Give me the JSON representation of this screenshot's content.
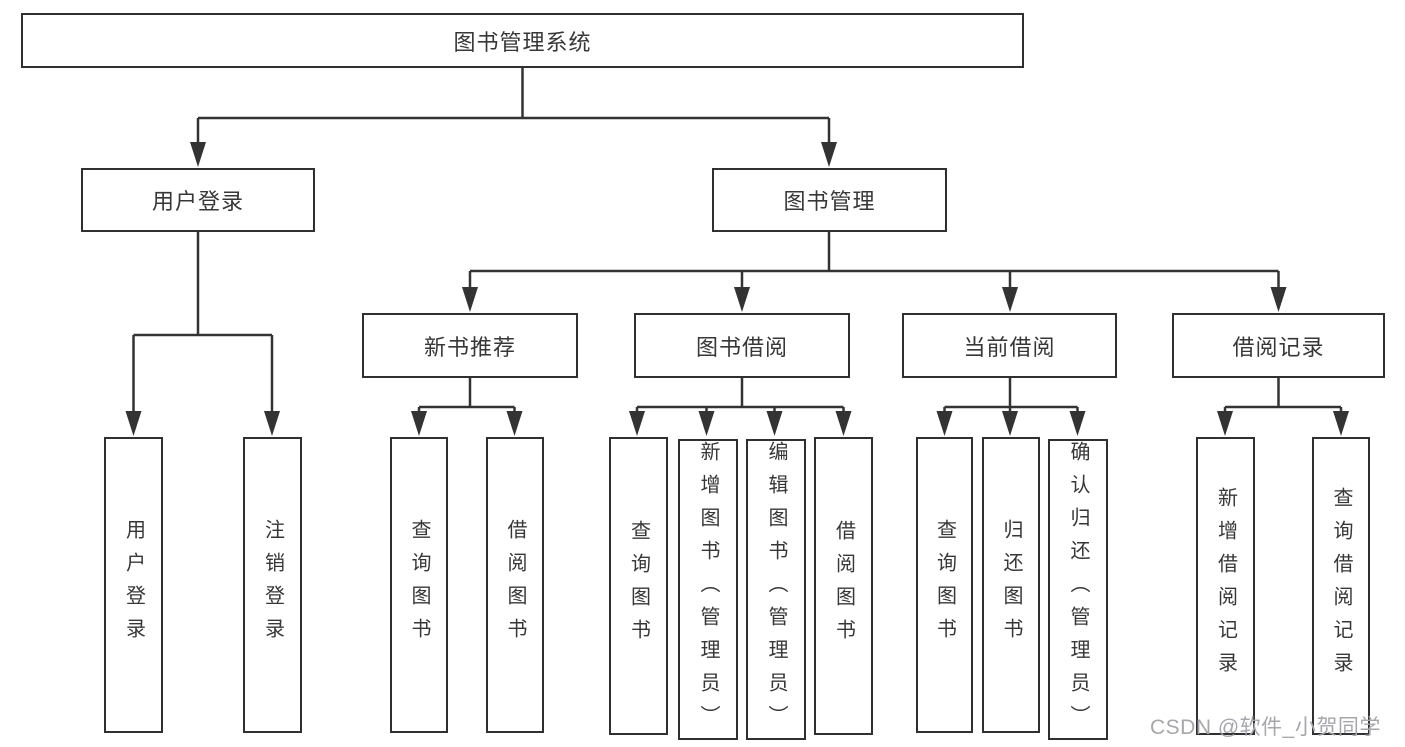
{
  "diagram": {
    "type": "tree",
    "root": {
      "label": "图书管理系统",
      "children": [
        {
          "label": "用户登录",
          "children": [
            {
              "label": "用户登录"
            },
            {
              "label": "注销登录"
            }
          ]
        },
        {
          "label": "图书管理",
          "children": [
            {
              "label": "新书推荐",
              "children": [
                {
                  "label": "查询图书"
                },
                {
                  "label": "借阅图书"
                }
              ]
            },
            {
              "label": "图书借阅",
              "children": [
                {
                  "label": "查询图书"
                },
                {
                  "label": "新增图书（管理员）"
                },
                {
                  "label": "编辑图书（管理员）"
                },
                {
                  "label": "借阅图书"
                }
              ]
            },
            {
              "label": "当前借阅",
              "children": [
                {
                  "label": "查询图书"
                },
                {
                  "label": "归还图书"
                },
                {
                  "label": "确认归还（管理员）"
                }
              ]
            },
            {
              "label": "借阅记录",
              "children": [
                {
                  "label": "新增借阅记录"
                },
                {
                  "label": "查询借阅记录"
                }
              ]
            }
          ]
        }
      ]
    }
  },
  "watermark": {
    "text": "CSDN @软件_小贺同学"
  },
  "colors": {
    "line": "#333333",
    "box_border": "#303030",
    "box_background": "#ffffff",
    "text": "#373737",
    "watermark": "#a7a7ab",
    "page_background": "#ffffff"
  }
}
